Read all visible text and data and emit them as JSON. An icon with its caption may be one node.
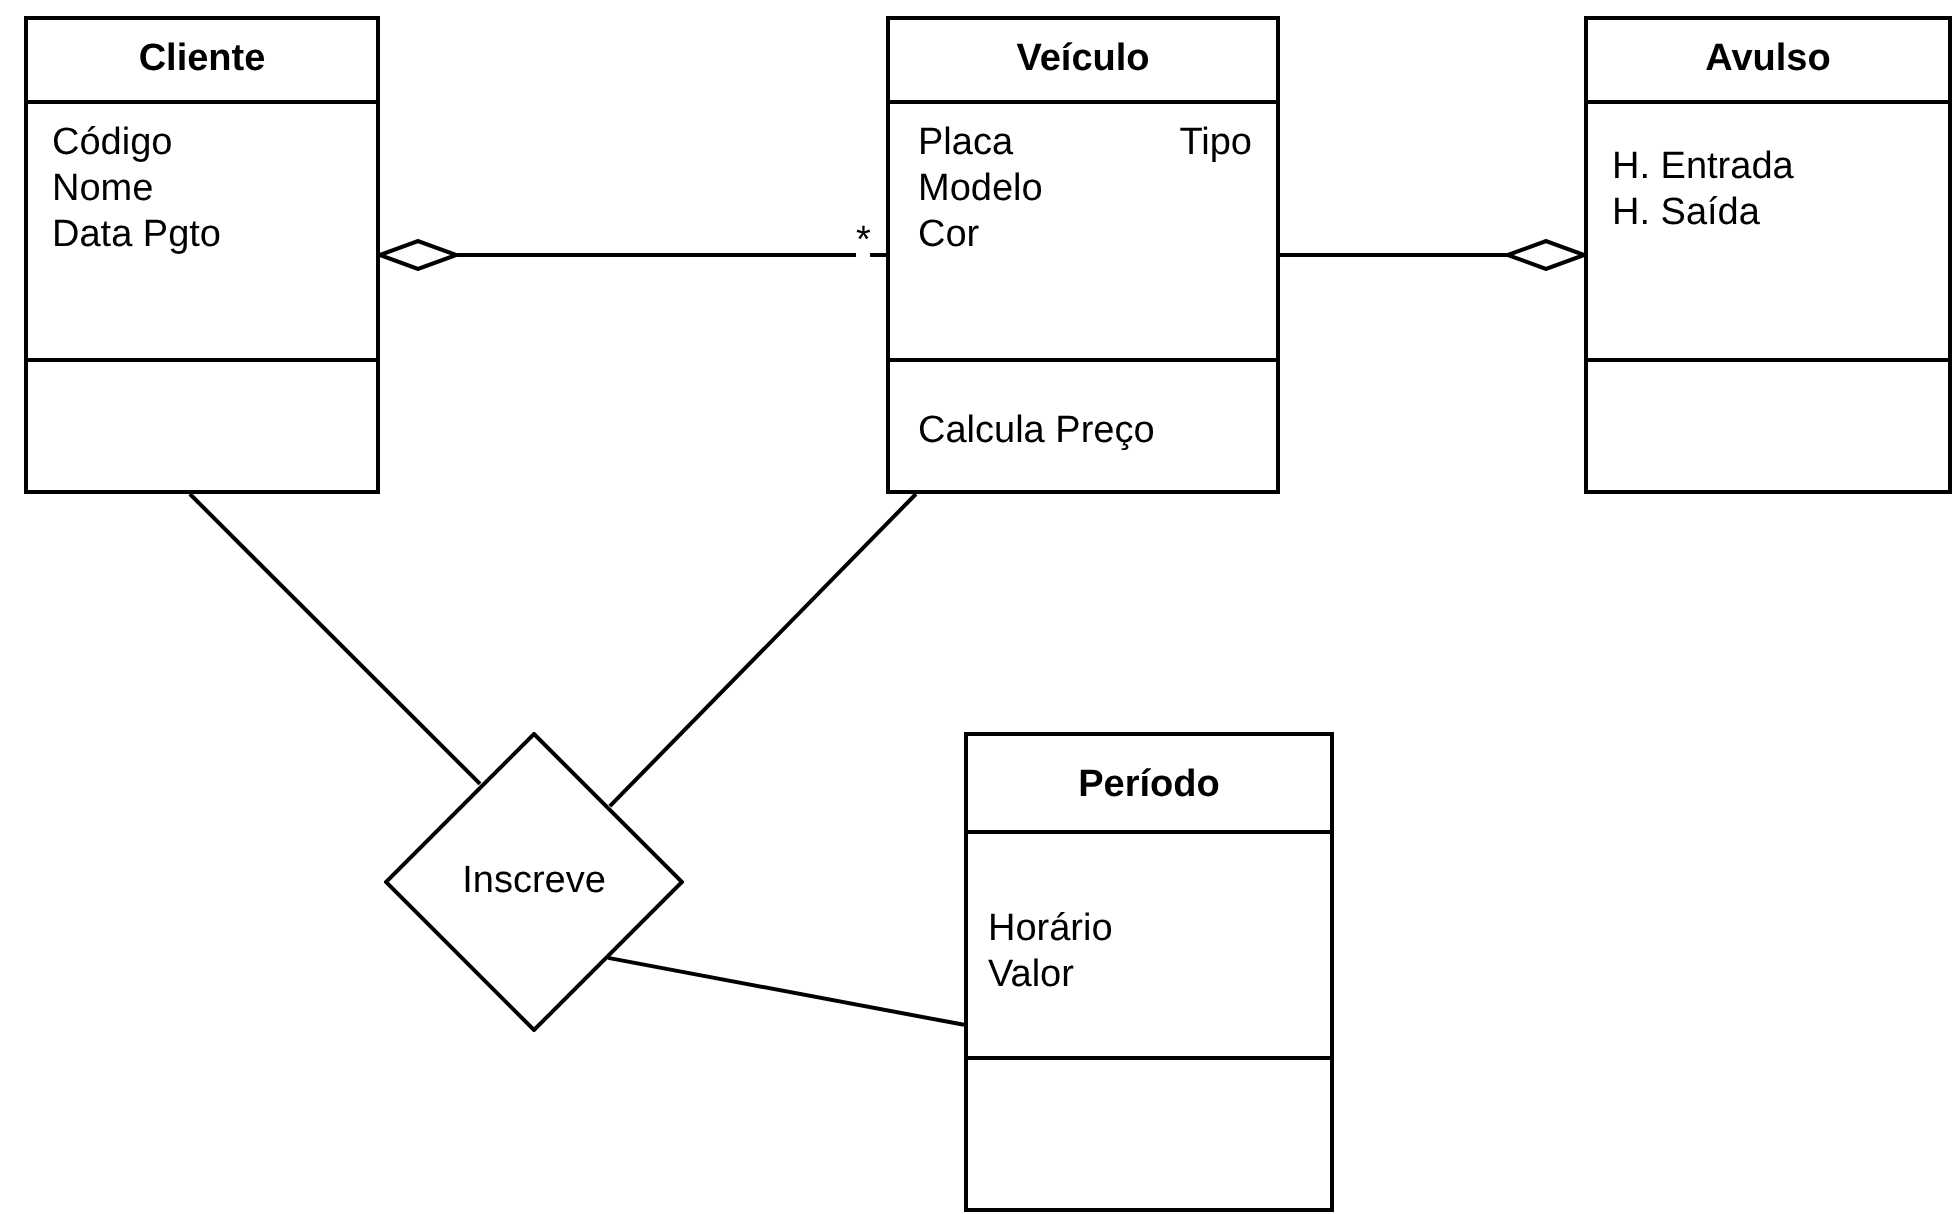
{
  "diagram": {
    "nodes": [
      {
        "text": [
          "Cliente",
          "Código",
          "Nome",
          "Data Pgto"
        ]
      },
      {
        "text": [
          "Veículo",
          "Placa",
          "Tipo",
          "Modelo",
          "Cor",
          "Calcula Preço"
        ]
      },
      {
        "text": [
          "Avulso",
          "H. Entrada",
          "H. Saída"
        ]
      },
      {
        "text": [
          "Inscreve"
        ]
      },
      {
        "text": [
          "Período",
          "Horário",
          "Valor"
        ]
      }
    ],
    "edges": [
      {
        "from": 0,
        "to": 1,
        "arrow": "other",
        "label": "*"
      },
      {
        "from": 2,
        "to": 1,
        "arrow": "other"
      },
      {
        "from": 0,
        "to": 3,
        "arrow": "none"
      },
      {
        "from": 1,
        "to": 3,
        "arrow": "none"
      },
      {
        "from": 3,
        "to": 4,
        "arrow": "none"
      }
    ]
  }
}
